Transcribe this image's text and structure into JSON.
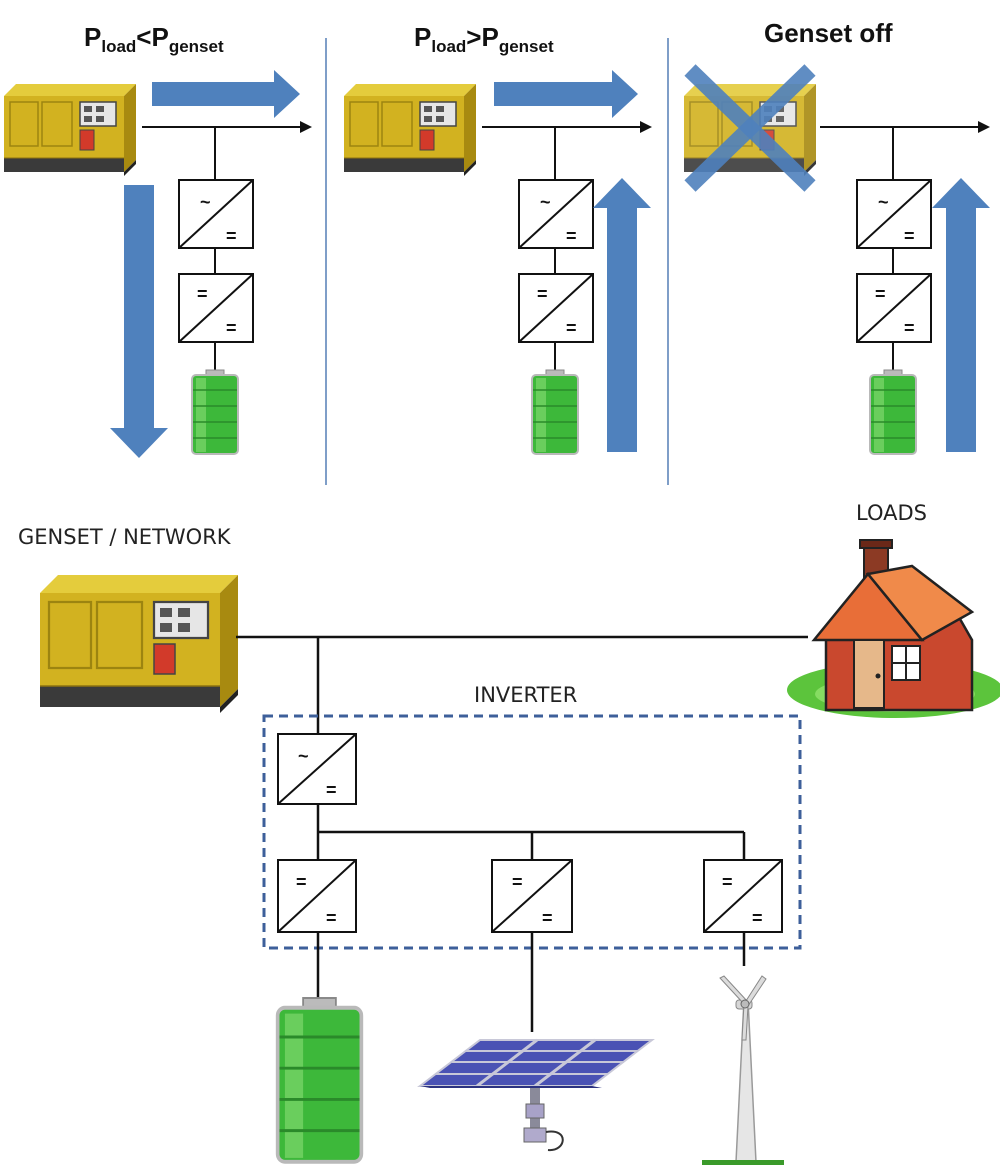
{
  "panels": [
    {
      "title_main": "P",
      "title_sub1": "load",
      "title_op": "<P",
      "title_sub2": "genset"
    },
    {
      "title_main": "P",
      "title_sub1": "load",
      "title_op": ">P",
      "title_sub2": "genset"
    },
    {
      "title": "Genset off"
    }
  ],
  "bottom": {
    "genset_label": "GENSET / NETWORK",
    "loads_label": "LOADS",
    "inverter_label": "INVERTER"
  },
  "symbols": {
    "ac": "~",
    "dc": "="
  },
  "colors": {
    "arrow": "#4f81bd",
    "genset": "#c8a818",
    "battery": "#3db83a",
    "divider": "#7f9ec8",
    "inverter_box": "#3d5f9a",
    "cross": "#4f81bd"
  }
}
